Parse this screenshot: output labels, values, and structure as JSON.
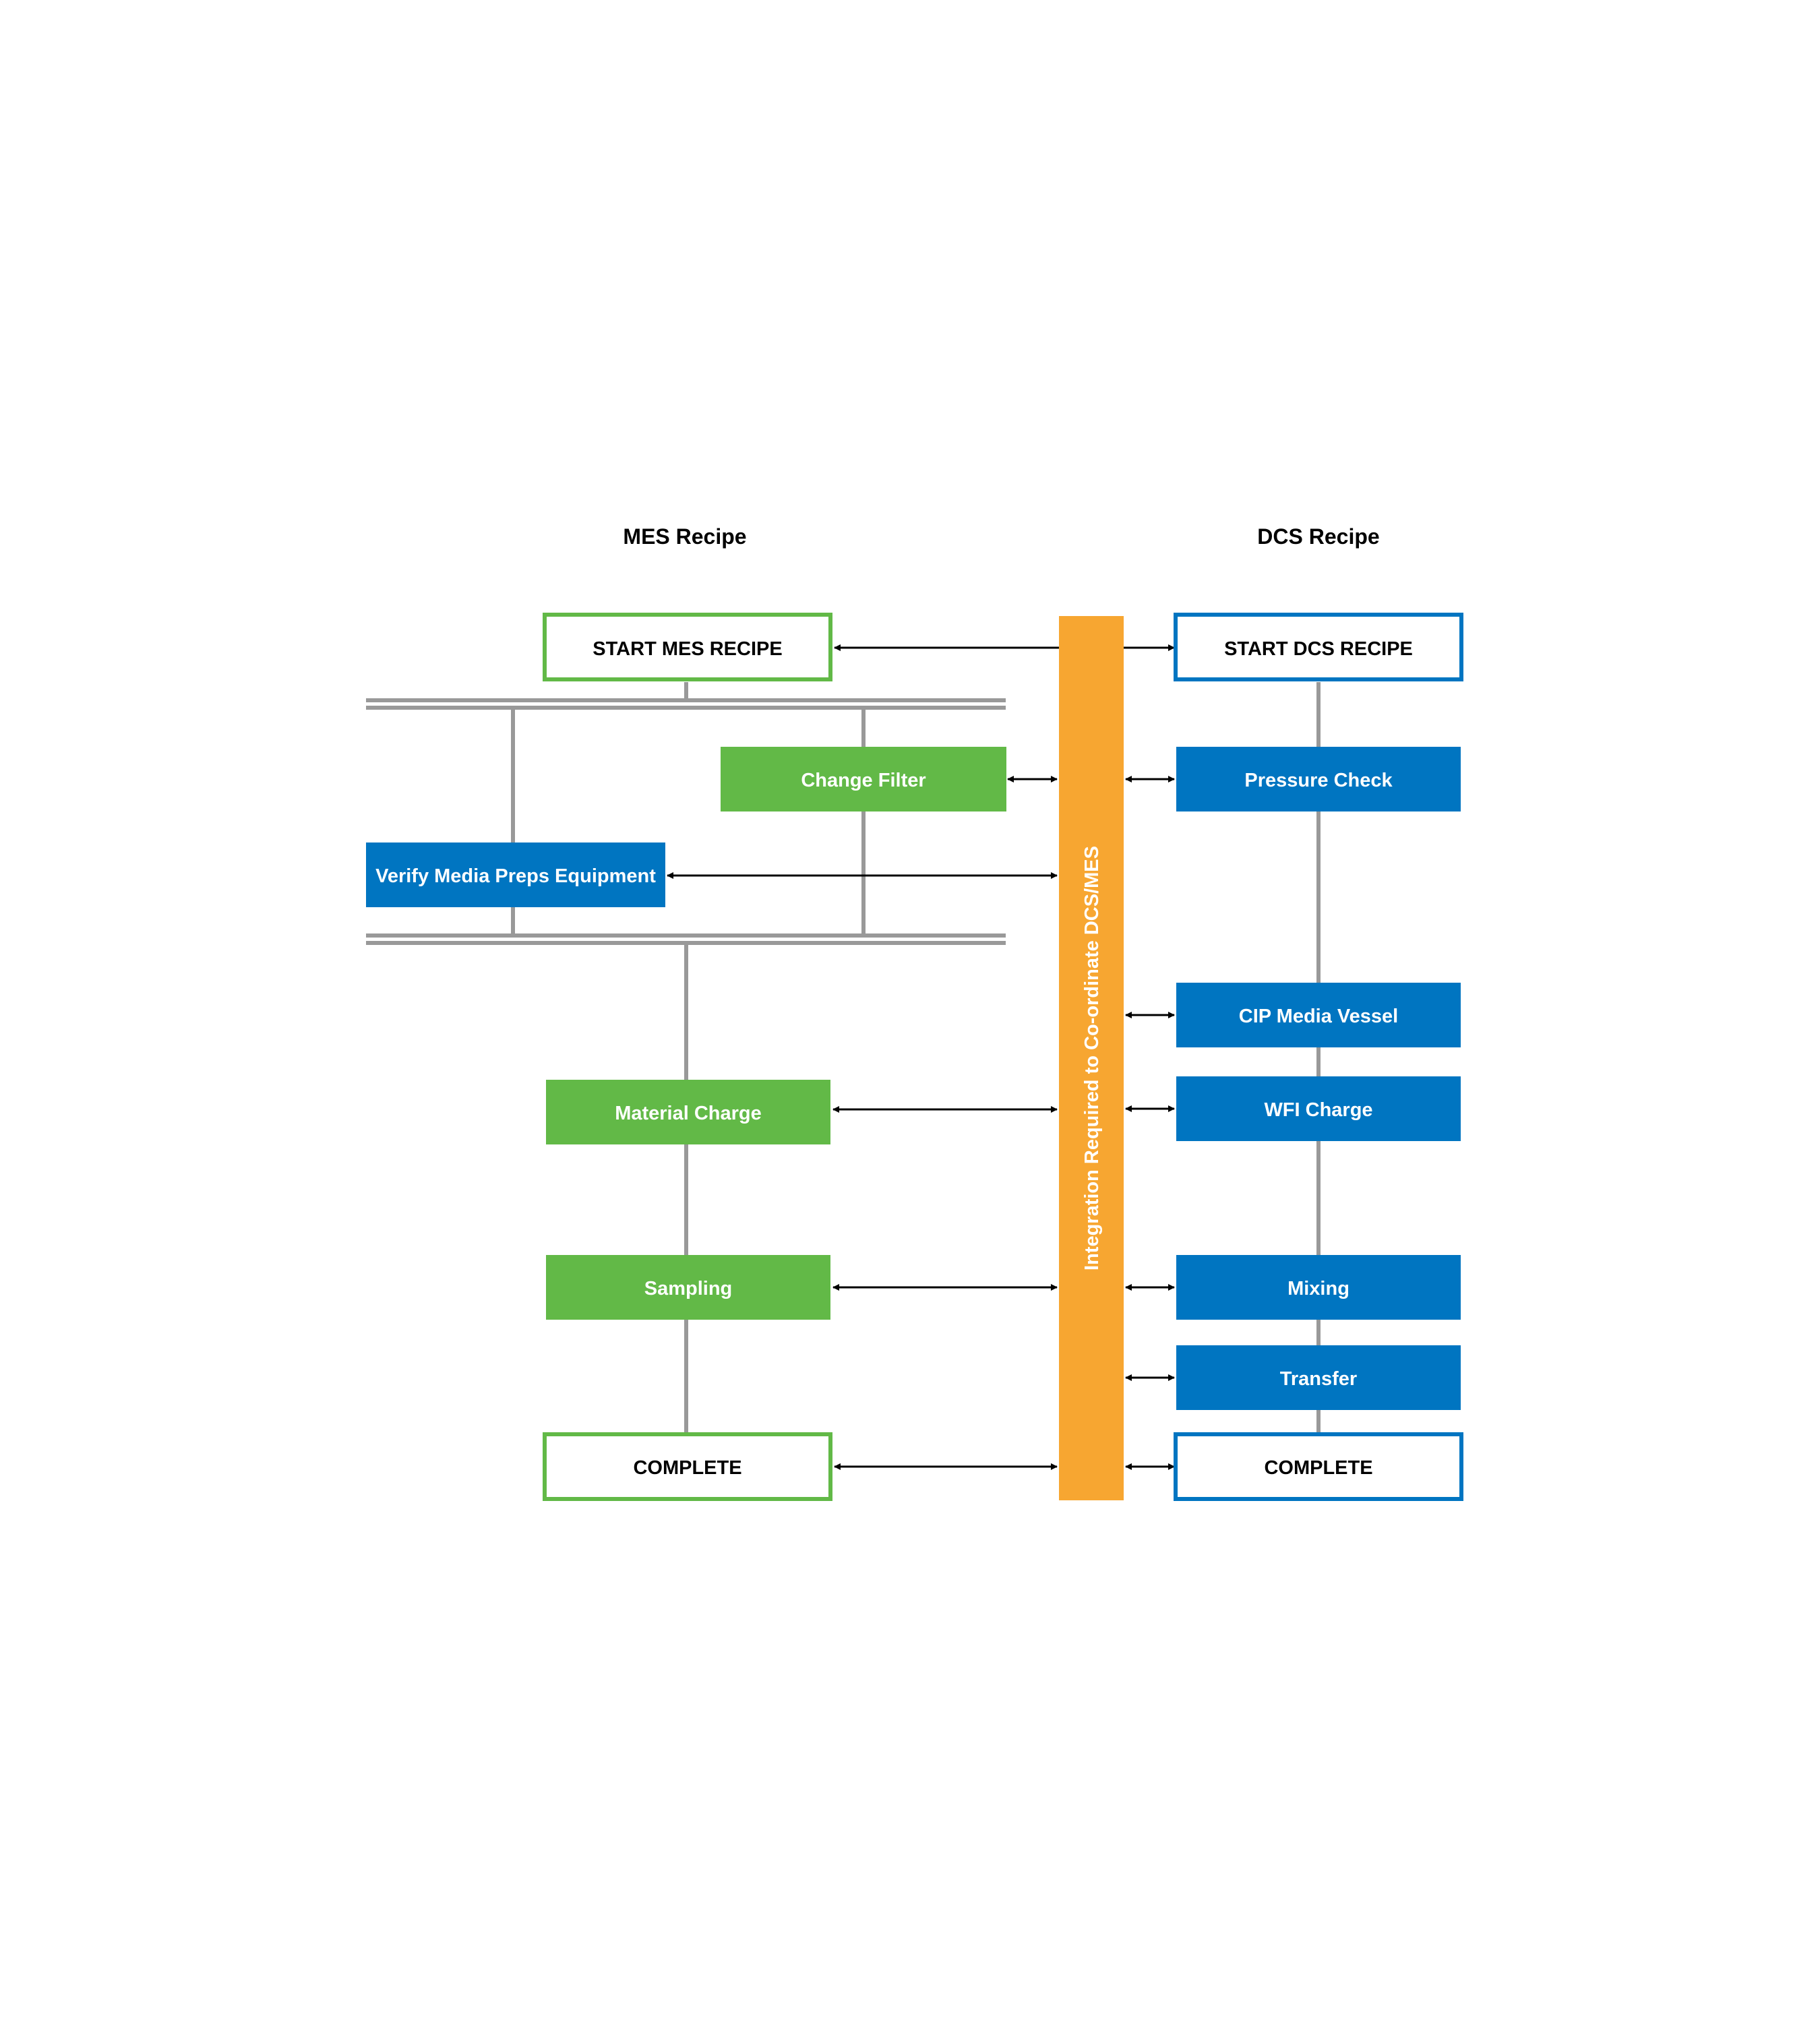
{
  "columns": {
    "mes_title": "MES Recipe",
    "dcs_title": "DCS Recipe"
  },
  "integration_bar": {
    "label": "Integration Required to Co-ordinate DCS/MES",
    "color": "#f7a631"
  },
  "colors": {
    "green": "#62b947",
    "blue": "#0075c1",
    "connector": "#999999",
    "arrow": "#000000",
    "white": "#ffffff"
  },
  "mes": {
    "start": "START MES RECIPE",
    "change_filter": "Change Filter",
    "verify_media": "Verify Media Preps Equipment",
    "material_charge": "Material Charge",
    "sampling": "Sampling",
    "complete": "COMPLETE"
  },
  "dcs": {
    "start": "START DCS RECIPE",
    "pressure_check": "Pressure Check",
    "cip_media_vessel": "CIP Media Vessel",
    "wfi_charge": "WFI Charge",
    "mixing": "Mixing",
    "transfer": "Transfer",
    "complete": "COMPLETE"
  }
}
